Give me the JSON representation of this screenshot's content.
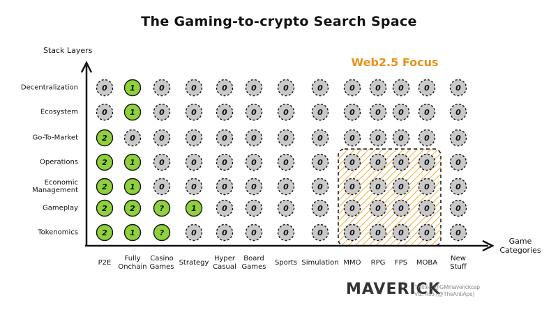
{
  "title": "The Gaming-to-crypto Search Space",
  "axis": {
    "y_label": "Stack Layers",
    "x_label_line1": "Game",
    "x_label_line2": "Categories"
  },
  "focus_label": "Web2.5 Focus",
  "rows": [
    "Decentralization",
    "Ecosystem",
    "Go-To-Market",
    "Operations",
    "Economic Management",
    "Gameplay",
    "Tokenomics"
  ],
  "row_label_lines": [
    [
      "Decentralization"
    ],
    [
      "Ecosystem"
    ],
    [
      "Go-To-Market"
    ],
    [
      "Operations"
    ],
    [
      "Economic",
      "Management"
    ],
    [
      "Gameplay"
    ],
    [
      "Tokenomics"
    ]
  ],
  "columns": [
    {
      "lines": [
        "P2E"
      ]
    },
    {
      "lines": [
        "Fully",
        "Onchain"
      ]
    },
    {
      "lines": [
        "Casino",
        "Games"
      ]
    },
    {
      "lines": [
        "Strategy"
      ]
    },
    {
      "lines": [
        "Hyper",
        "Casual"
      ]
    },
    {
      "lines": [
        "Board",
        "Games"
      ]
    },
    {
      "lines": [
        "Sports"
      ]
    },
    {
      "lines": [
        "Simulation"
      ]
    },
    {
      "lines": [
        "MMO"
      ]
    },
    {
      "lines": [
        "RPG"
      ]
    },
    {
      "lines": [
        "FPS"
      ]
    },
    {
      "lines": [
        "MOBA"
      ]
    },
    {
      "lines": [
        "New",
        "Stuff"
      ]
    }
  ],
  "chart_data": {
    "type": "table",
    "rows": [
      "Decentralization",
      "Ecosystem",
      "Go-To-Market",
      "Operations",
      "Economic Management",
      "Gameplay",
      "Tokenomics"
    ],
    "columns": [
      "P2E",
      "Fully Onchain",
      "Casino Games",
      "Strategy",
      "Hyper Casual",
      "Board Games",
      "Sports",
      "Simulation",
      "MMO",
      "RPG",
      "FPS",
      "MOBA",
      "New Stuff"
    ],
    "values": [
      [
        "0",
        "1",
        "0",
        "0",
        "0",
        "0",
        "0",
        "0",
        "0",
        "0",
        "0",
        "0",
        "0"
      ],
      [
        "0",
        "1",
        "0",
        "0",
        "0",
        "0",
        "0",
        "0",
        "0",
        "0",
        "0",
        "0",
        "0"
      ],
      [
        "2",
        "0",
        "0",
        "0",
        "0",
        "0",
        "0",
        "0",
        "0",
        "0",
        "0",
        "0",
        "0"
      ],
      [
        "2",
        "1",
        "0",
        "0",
        "0",
        "0",
        "0",
        "0",
        "0",
        "0",
        "0",
        "0",
        "0"
      ],
      [
        "2",
        "1",
        "0",
        "0",
        "0",
        "0",
        "0",
        "0",
        "0",
        "0",
        "0",
        "0",
        "0"
      ],
      [
        "2",
        "2",
        "?",
        "1",
        "0",
        "0",
        "0",
        "0",
        "0",
        "0",
        "0",
        "0",
        "0"
      ],
      [
        "2",
        "1",
        "?",
        "0",
        "0",
        "0",
        "0",
        "0",
        "0",
        "0",
        "0",
        "0",
        "0"
      ]
    ],
    "focus_region": {
      "label": "Web2.5 Focus",
      "columns": [
        "MMO",
        "RPG",
        "FPS",
        "MOBA"
      ],
      "rows": [
        "Operations",
        "Economic Management",
        "Gameplay",
        "Tokenomics"
      ]
    }
  },
  "colors": {
    "green": "#8ed13b",
    "gray": "#c9c9c9",
    "orange": "#e8921a",
    "ink": "#111111"
  },
  "footer": {
    "logo": "MAVERICK",
    "credit_line1": "Twitter: @GMmaverickcap",
    "credit_line2": "Viz: Aso (@TheAntiApe)"
  }
}
